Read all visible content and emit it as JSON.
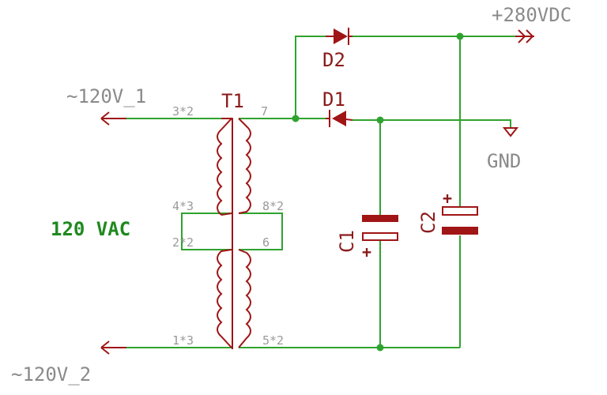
{
  "nets": {
    "v1": "~120V_1",
    "v2": "~120V_2",
    "dc": "+280VDC",
    "gnd": "GND",
    "vac": "120 VAC"
  },
  "parts": {
    "transformer": "T1",
    "d1": "D1",
    "d2": "D2",
    "c1": "C1",
    "c2": "C2"
  },
  "pins": {
    "p3": "3*2",
    "p4": "4*3",
    "p2": "2*2",
    "p1": "1*3",
    "p7": "7",
    "p8": "8*2",
    "p6": "6",
    "p5": "5*2"
  },
  "polarity": {
    "c1": "+",
    "c2": "+"
  },
  "colors": {
    "wire": "#2fa32f",
    "part": "#a01515",
    "net_label": "#8a8a8a",
    "power_label": "#1f8a1f"
  }
}
